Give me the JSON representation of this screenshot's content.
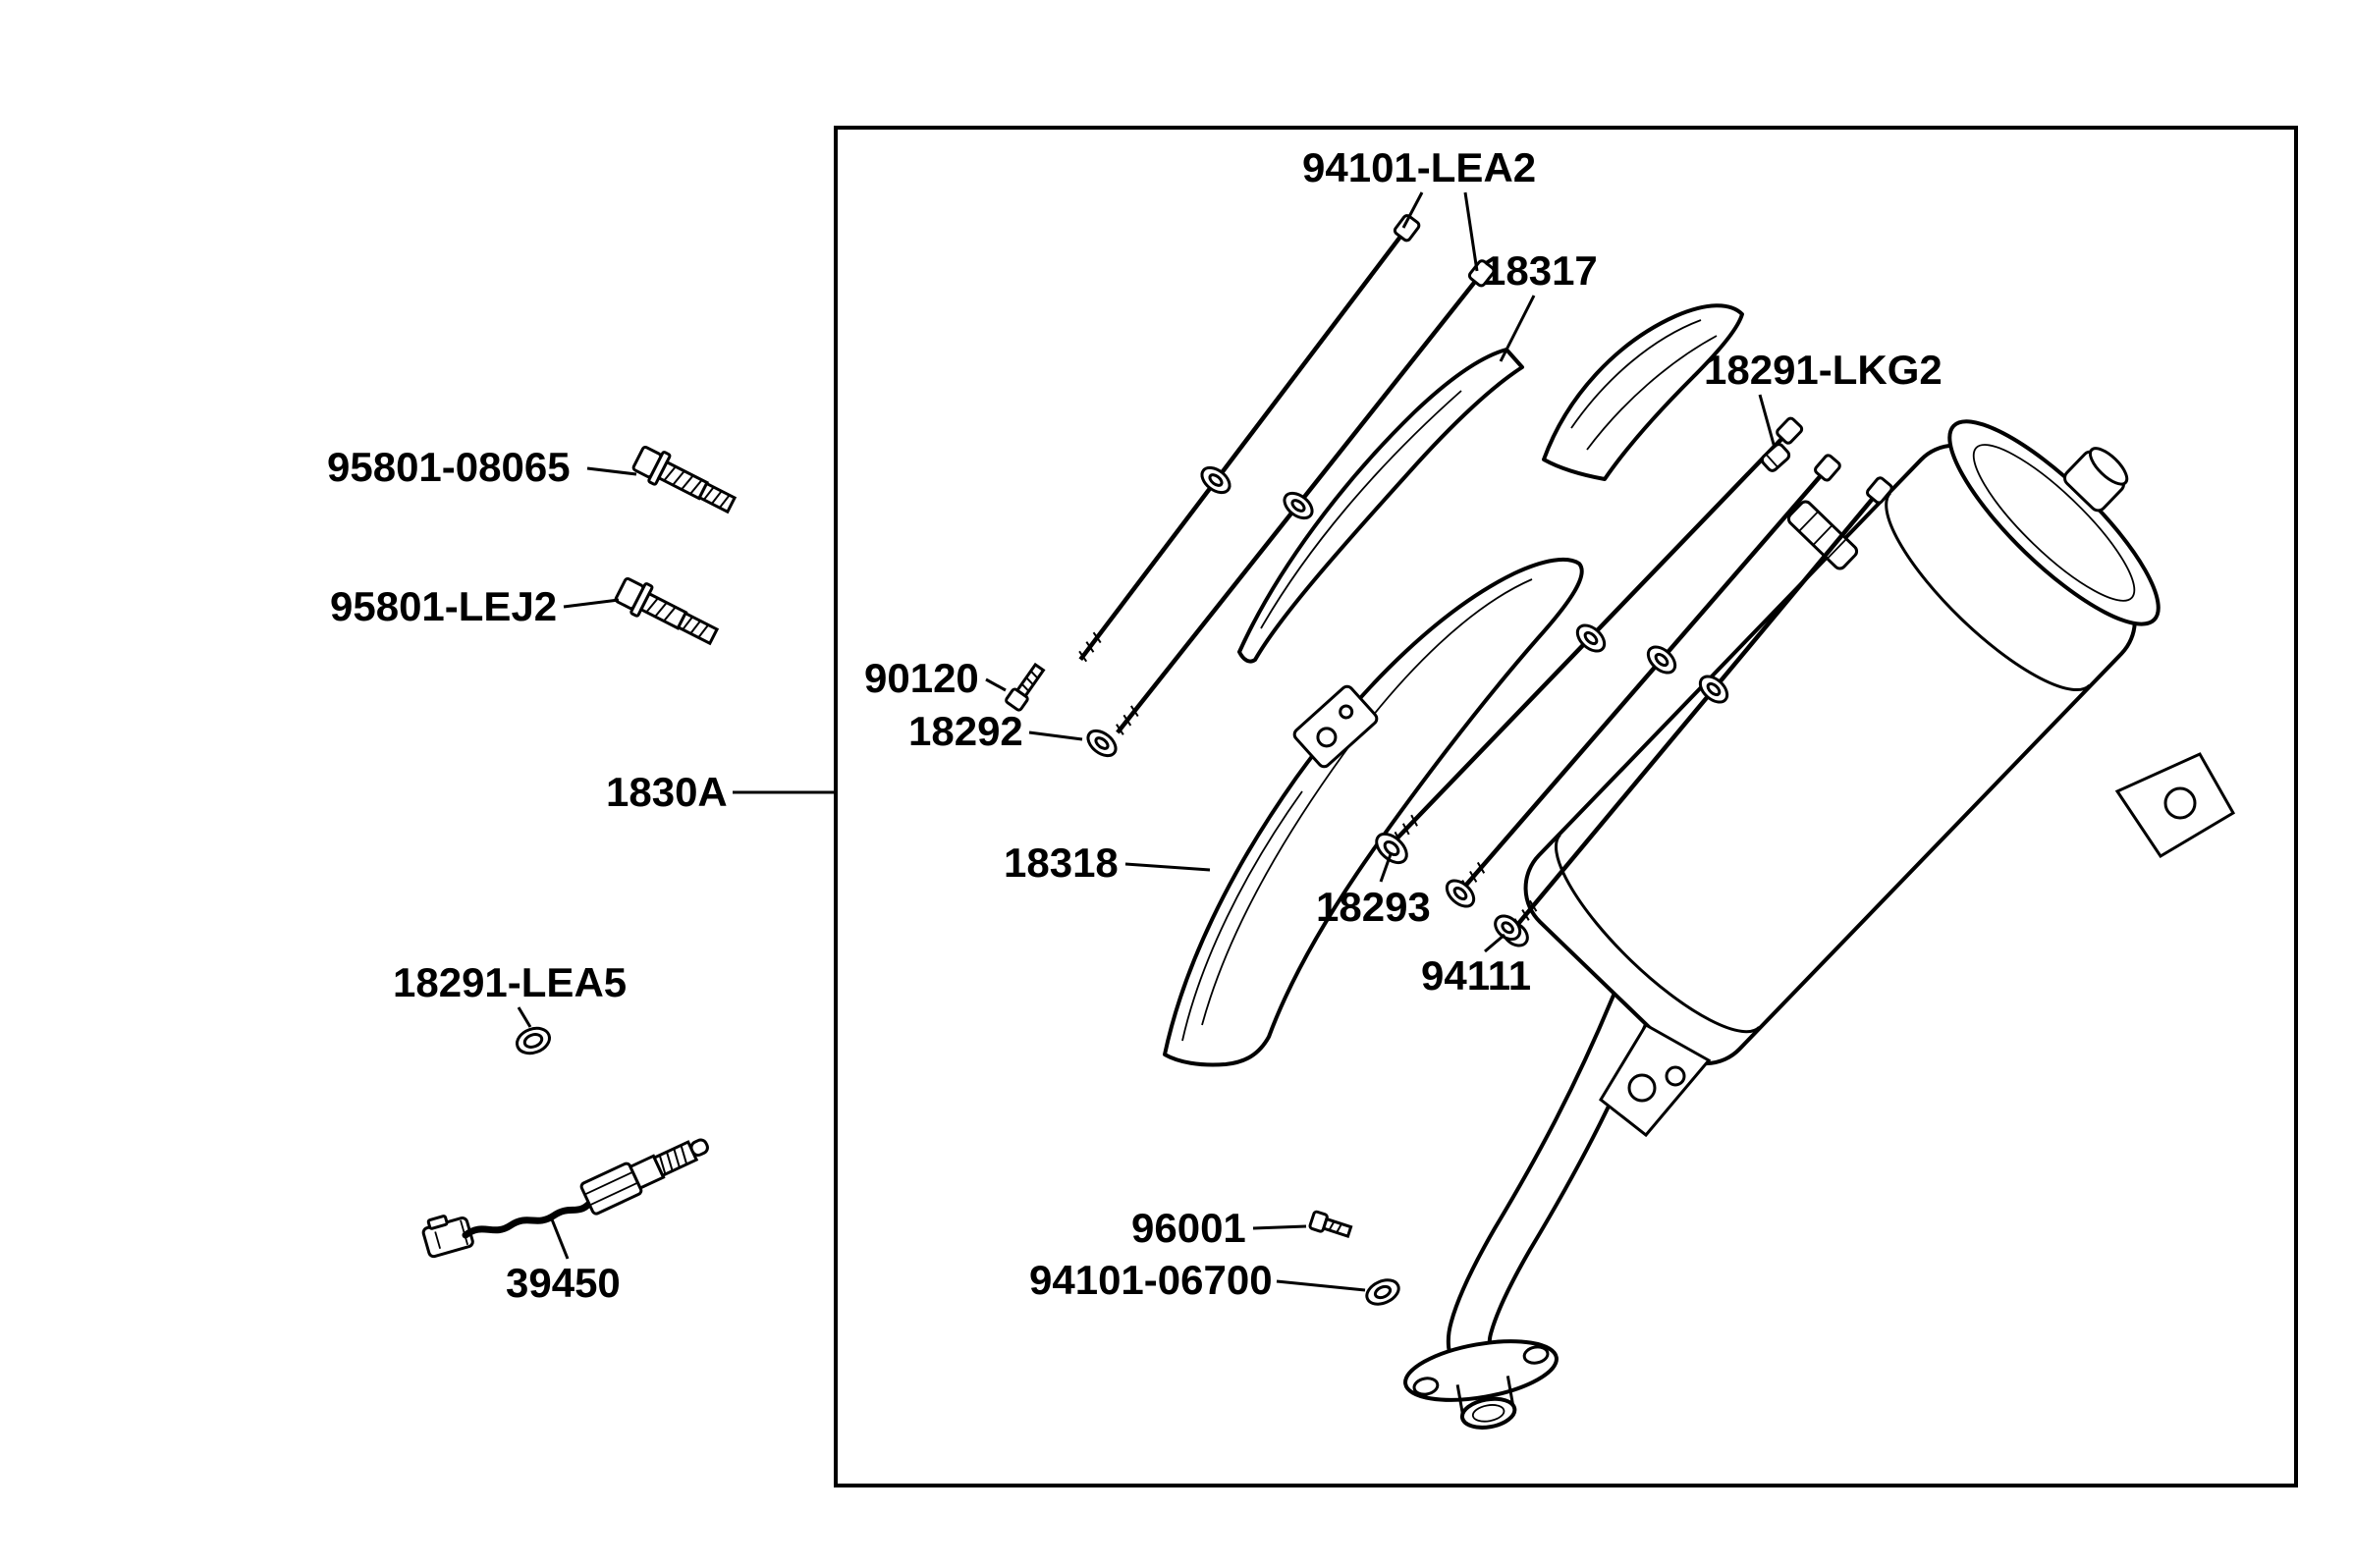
{
  "colors": {
    "line": "#000000",
    "background": "#ffffff"
  },
  "labels": {
    "p94101_lea2": "94101-LEA2",
    "p18317": "18317",
    "p18291_lkg2": "18291-LKG2",
    "p95801_08065": "95801-08065",
    "p95801_lej2": "95801-LEJ2",
    "p90120": "90120",
    "p18292": "18292",
    "p1830a": "1830A",
    "p18318": "18318",
    "p18293": "18293",
    "p94111": "94111",
    "p18291_lea5": "18291-LEA5",
    "p39450": "39450",
    "p96001": "96001",
    "p94101_06700": "94101-06700"
  }
}
